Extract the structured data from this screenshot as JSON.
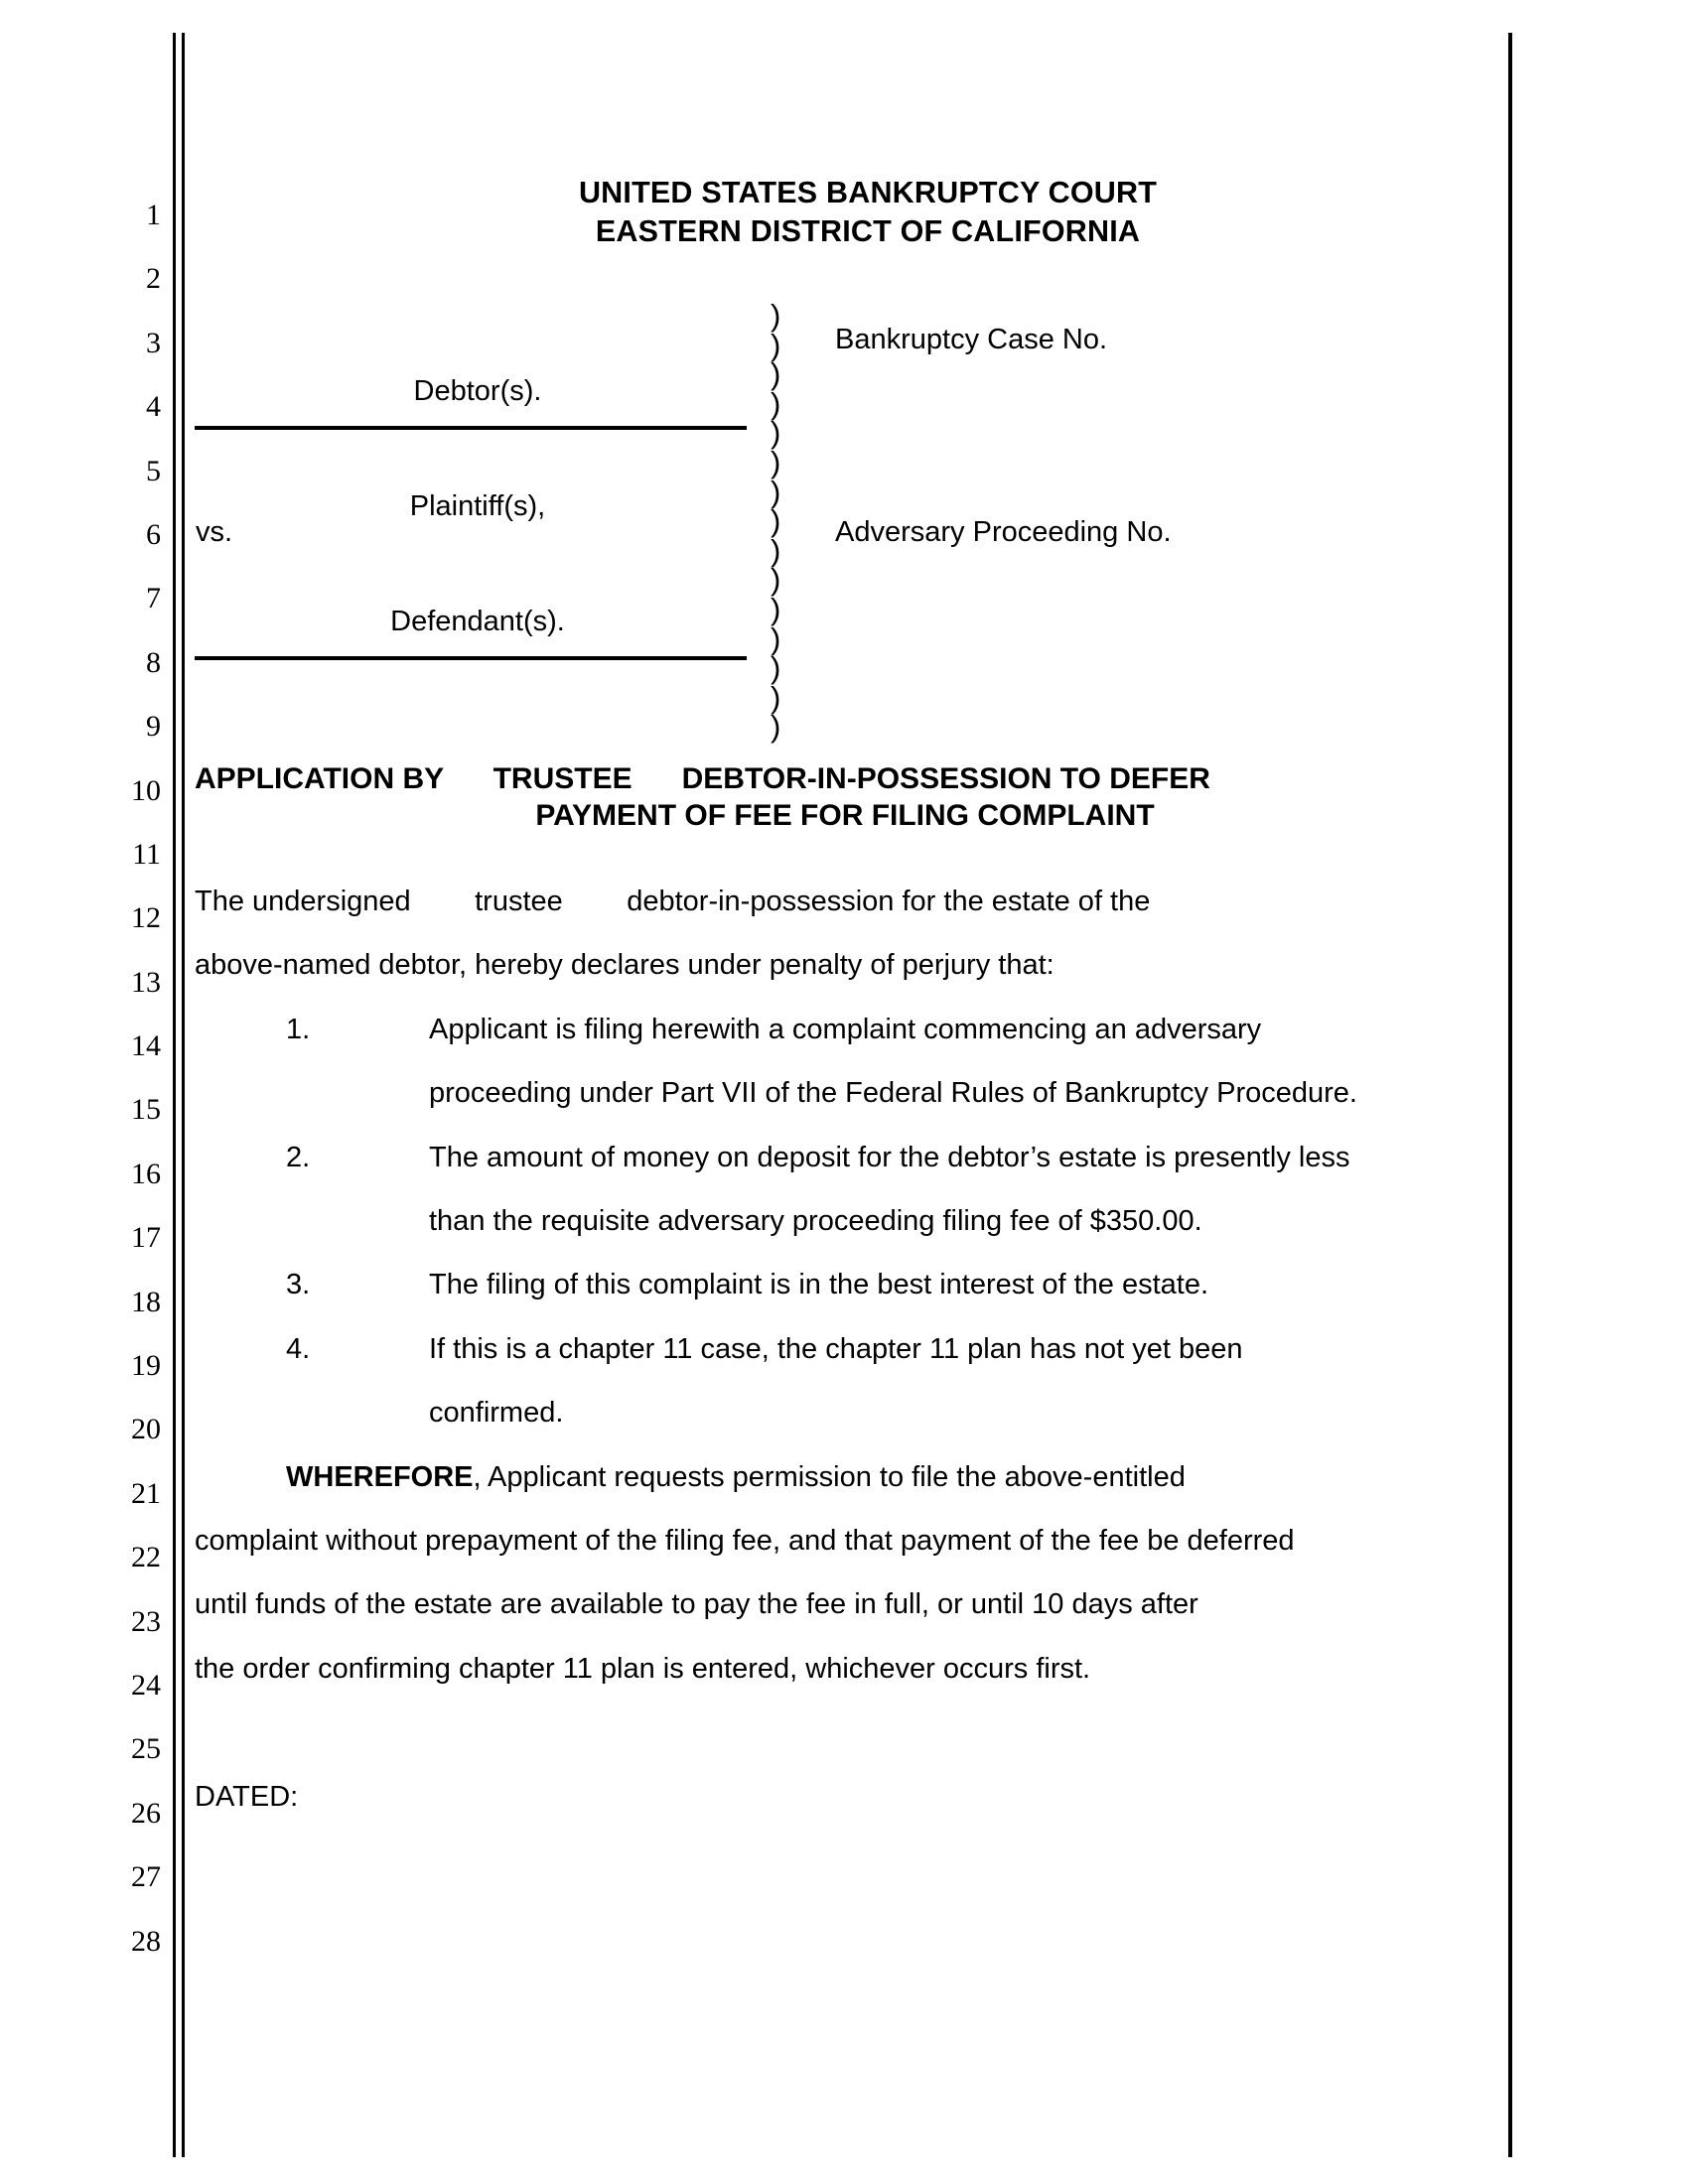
{
  "court": {
    "line1": "UNITED STATES BANKRUPTCY COURT",
    "line2": "EASTERN DISTRICT OF CALIFORNIA"
  },
  "caption": {
    "debtor_label": "Debtor(s).",
    "plaintiff_label": "Plaintiff(s),",
    "defendant_label": "Defendant(s).",
    "vs_label": "vs.",
    "bankruptcy_case_no_label": "Bankruptcy Case No.",
    "adversary_proceeding_no_label": "Adversary Proceeding No.",
    "paren_glyph": ")",
    "paren_count": 15
  },
  "document_title": {
    "line1": "APPLICATION BY      TRUSTEE      DEBTOR-IN-POSSESSION TO DEFER",
    "line2": "PAYMENT OF FEE FOR FILING COMPLAINT"
  },
  "body": {
    "intro_line1": "The undersigned        trustee        debtor-in-possession for the estate of the",
    "intro_line2": "above-named debtor, hereby declares under penalty of perjury that:",
    "items": [
      {
        "number": "1.",
        "line1": "Applicant is filing herewith a complaint commencing an adversary",
        "line2": "proceeding under Part VII of the Federal Rules of Bankruptcy Procedure."
      },
      {
        "number": "2.",
        "line1": "The amount of money on deposit for the debtor’s estate is presently less",
        "line2": "than the requisite adversary proceeding filing fee of $350.00."
      },
      {
        "number": "3.",
        "line1": "The filing of this complaint is in the best interest of the estate.",
        "line2": ""
      },
      {
        "number": "4.",
        "line1": "If this is a chapter 11 case, the chapter 11 plan has not yet been",
        "line2": "confirmed."
      }
    ],
    "wherefore_bold": "WHEREFORE",
    "wherefore_rest": ", Applicant requests permission to file the above-entitled",
    "wherefore_line2": "complaint without prepayment of the filing fee, and that payment of the fee be deferred",
    "wherefore_line3": "until funds of the estate are available to pay the  fee in full, or until 10 days after",
    "wherefore_line4": "the order confirming chapter 11 plan is entered, whichever occurs first.",
    "dated_label": "DATED:"
  },
  "line_numbers": [
    "1",
    "2",
    "3",
    "4",
    "5",
    "6",
    "7",
    "8",
    "9",
    "10",
    "11",
    "12",
    "13",
    "14",
    "15",
    "16",
    "17",
    "18",
    "19",
    "20",
    "21",
    "22",
    "23",
    "24",
    "25",
    "26",
    "27",
    "28"
  ],
  "colors": {
    "ink": "#000000",
    "paper": "#ffffff"
  }
}
